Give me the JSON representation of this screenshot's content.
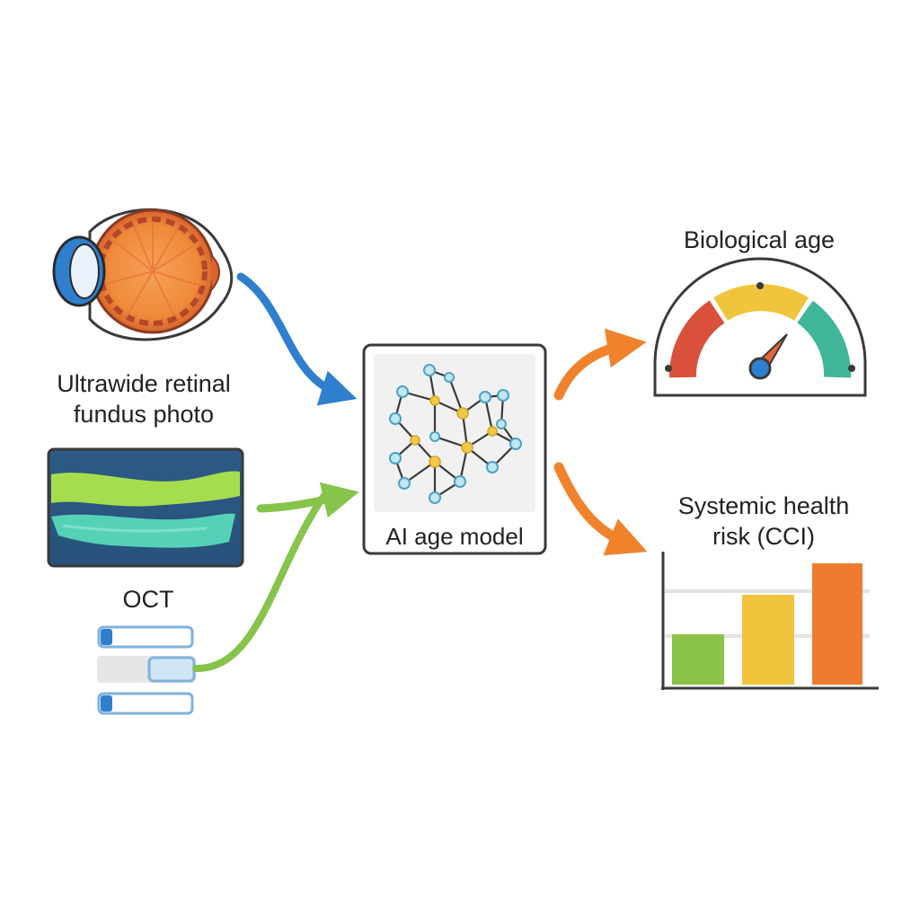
{
  "inputs": {
    "fundus": {
      "label_lines": [
        "Ultrawide retinal",
        "fundus photo"
      ],
      "icon": "eye-icon"
    },
    "oct": {
      "label": "OCT",
      "icon": "oct-scan-icon"
    },
    "data_records": {
      "icon": "data-bars-icon",
      "count": 3
    }
  },
  "model": {
    "label": "AI age model",
    "icon": "neural-network-icon"
  },
  "outputs": {
    "biological_age": {
      "label": "Biological age",
      "icon": "gauge-icon"
    },
    "systemic_risk": {
      "label_lines": [
        "Systemic health",
        "risk (CCI)"
      ],
      "icon": "bar-chart-icon",
      "bar_levels": [
        0.4,
        0.72,
        0.97
      ],
      "bar_colors": [
        "#8bc34a",
        "#f0c43c",
        "#ef7c2e"
      ]
    }
  },
  "colors": {
    "fundus_arrow": "#2f7fcf",
    "oct_arrow": "#86c44c",
    "output_arrow": "#f0822b",
    "gauge_red": "#d9513b",
    "gauge_yellow": "#f0c43c",
    "gauge_teal": "#3fb698"
  }
}
